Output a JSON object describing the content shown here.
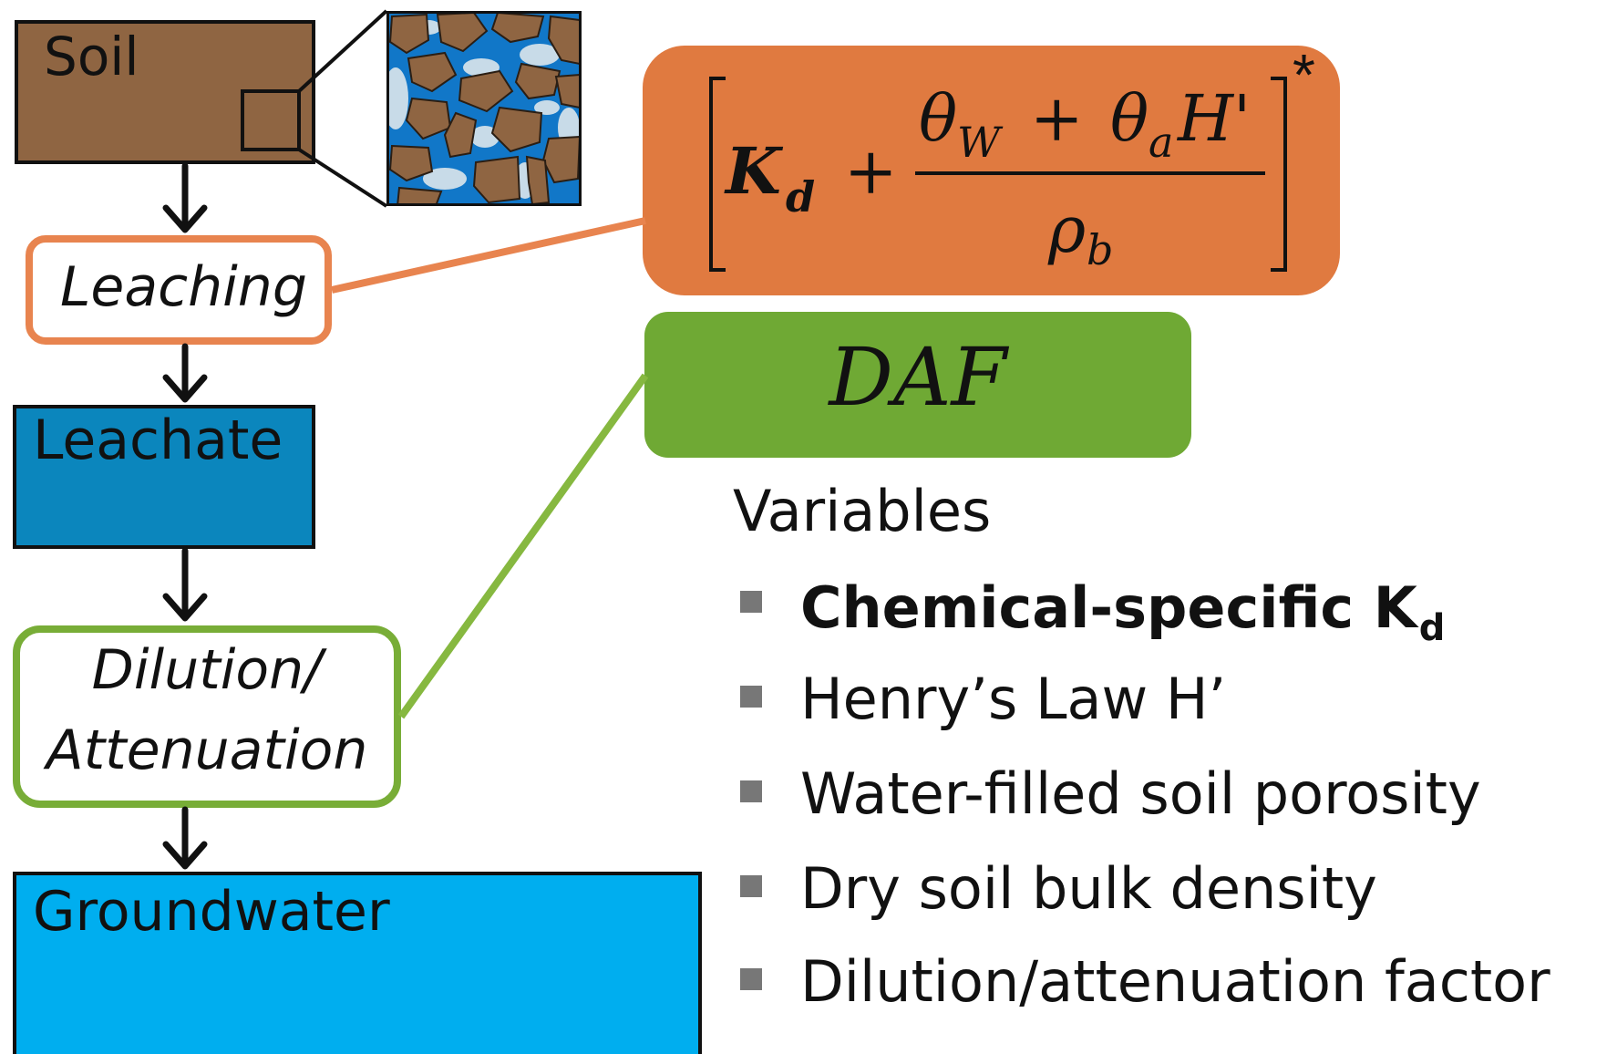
{
  "flow": {
    "soil": "Soil",
    "leaching": "Leaching",
    "leachate": "Leachate",
    "dilution_line1": "Dilution/",
    "dilution_line2": "Attenuation",
    "groundwater": "Groundwater"
  },
  "formula": {
    "kd": "K",
    "kd_sub": "d",
    "plus": "+",
    "theta": "θ",
    "w_sub": "W",
    "a_sub": "a",
    "henry": "H'",
    "rho": "ρ",
    "b_sub": "b",
    "star": "*"
  },
  "daf_label": "DAF",
  "variables": {
    "heading": "Variables",
    "items": [
      {
        "text": "Chemical-specific K",
        "sub": "d",
        "bold": true
      },
      {
        "text": "Henry’s Law H’",
        "sub": "",
        "bold": false
      },
      {
        "text": "Water-filled soil porosity",
        "sub": "",
        "bold": false
      },
      {
        "text": "Dry soil bulk density",
        "sub": "",
        "bold": false
      },
      {
        "text": "Dilution/attenuation factor",
        "sub": "",
        "bold": false
      }
    ]
  },
  "colors": {
    "soil": "#8f6542",
    "leachate": "#0b86bd",
    "groundwater": "#00aeef",
    "formula": "#e07a40",
    "daf": "#6fa934",
    "pore_water": "#1177c8",
    "pore_air": "#c8dbe8"
  }
}
